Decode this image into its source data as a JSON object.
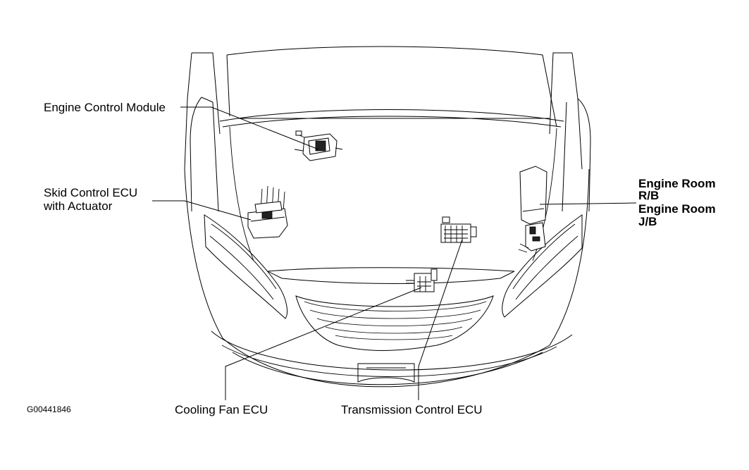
{
  "labels": {
    "engine_control_module": "Engine Control Module",
    "skid_control_ecu_line1": "Skid Control ECU",
    "skid_control_ecu_line2": "with Actuator",
    "engine_room_rb_line1": "Engine Room",
    "engine_room_rb_line2": "R/B",
    "engine_room_jb_line1": "Engine Room",
    "engine_room_jb_line2": "J/B",
    "cooling_fan_ecu": "Cooling Fan ECU",
    "transmission_control_ecu": "Transmission Control ECU"
  },
  "figure_code": "G00441846"
}
